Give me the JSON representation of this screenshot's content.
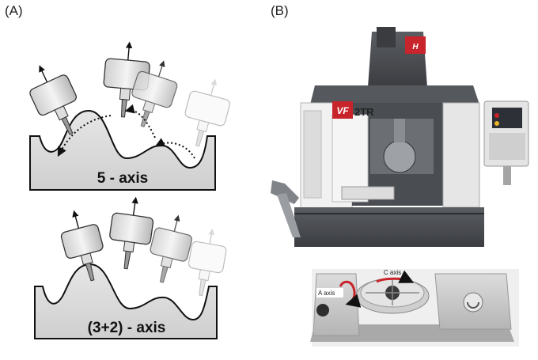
{
  "panels": {
    "a_label": "(A)",
    "b_label": "(B)"
  },
  "diagram": {
    "top_caption": "5 - axis",
    "bottom_caption": "(3+2) - axis"
  },
  "machine": {
    "model_badge": "VF",
    "model_suffix": "2TR"
  },
  "rotary_table": {
    "a_axis_label": "A axis",
    "c_axis_label": "C axis"
  },
  "colors": {
    "accent_red": "#c8242b",
    "machine_gray": "#4a4d52",
    "panel_light": "#e9eaea"
  }
}
